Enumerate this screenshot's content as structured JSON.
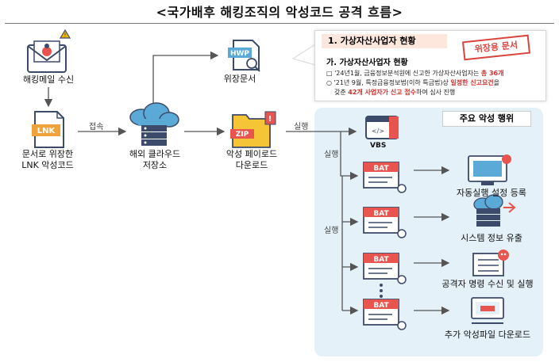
{
  "title": "<국가배후 해킹조직의 악성코드 공격 흐름>",
  "nodes": {
    "mail": "해킹메일 수신",
    "lnk_line1": "문서로 위장한",
    "lnk_line2": "LNK 악성코드",
    "lnk_tag": "LNK",
    "cloud_line1": "해외 클라우드",
    "cloud_line2": "저장소",
    "zip_line1": "악성 페이로드",
    "zip_line2": "다운로드",
    "zip_tag": "ZIP",
    "hwp_tag": "HWP",
    "hwp": "위장문서",
    "vbs": "VBS",
    "bat": "BAT"
  },
  "edges": {
    "access": "접속",
    "exec1": "실행",
    "exec2": "실행",
    "exec3": "실행"
  },
  "decoy_doc": {
    "heading": "1. 가상자산사업자 현황",
    "subheading": "가. 가상자산사업자 현황",
    "line1_pre": "□ '24년1월, 금융정보분석원에 신고한 가상자산사업자는 ",
    "line1_red": "총 36개",
    "line2_pre": "○ '21년 9월, 특정금융정보법(이하 특금법)상 ",
    "line2_red": "일정한 신고요건",
    "line2_post": "을",
    "line3_pre": "갖춘 ",
    "line3_red": "42개 사업자가 신고 접수",
    "line3_post": "하여 심사 진행",
    "stamp": "위장용 문서"
  },
  "behaviors": {
    "title": "주요 악성 행위",
    "items": [
      "자동실행 설정 등록",
      "시스템 정보 유출",
      "공격자 명령 수신 및 실행",
      "추가 악성파일 다운로드"
    ]
  },
  "colors": {
    "accent_red": "#e8544e",
    "navy": "#3c4a6b",
    "cloud_blue": "#5aa9d6",
    "panel_bg": "#e5f1f8",
    "arrow": "#555555"
  }
}
